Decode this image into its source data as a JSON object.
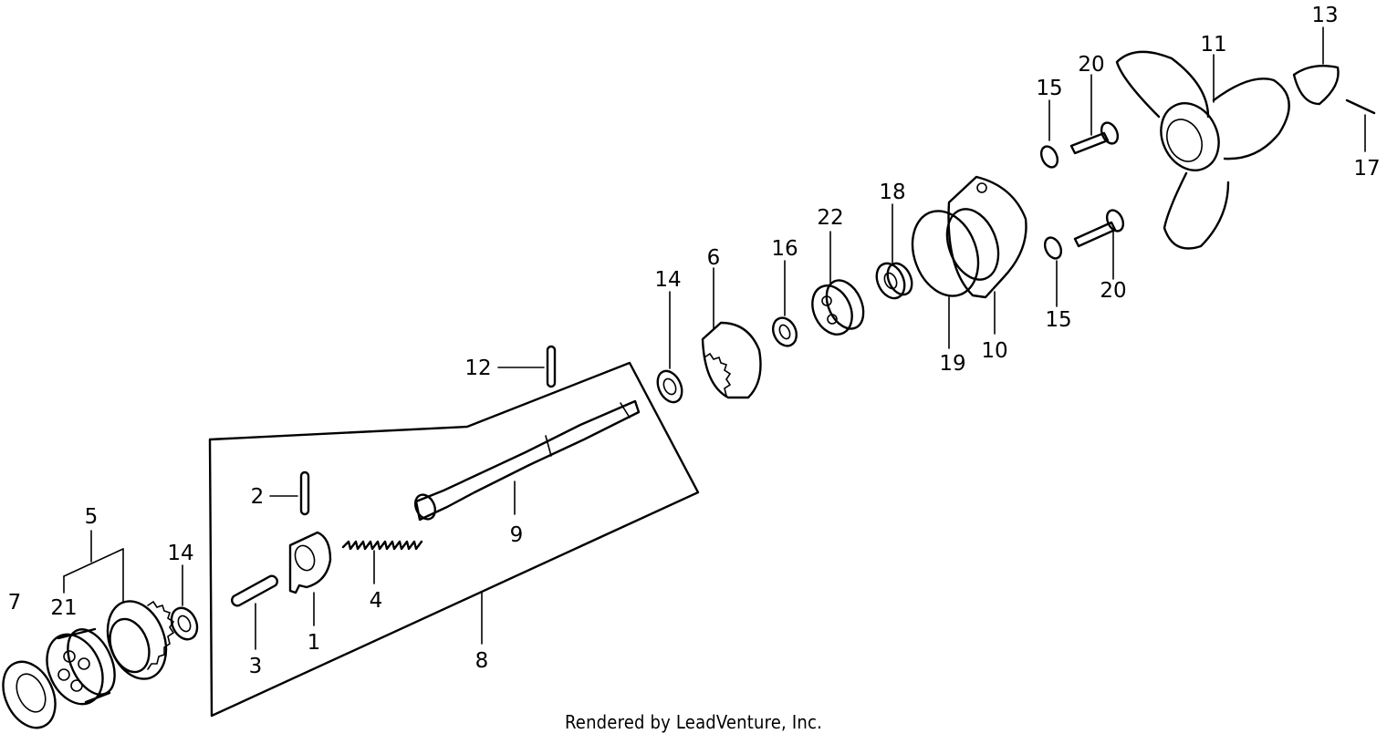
{
  "diagram": {
    "callouts": {
      "p1": "1",
      "p2": "2",
      "p3": "3",
      "p4": "4",
      "p5": "5",
      "p6": "6",
      "p7": "7",
      "p8": "8",
      "p9": "9",
      "p10": "10",
      "p11": "11",
      "p12": "12",
      "p13": "13",
      "p14a": "14",
      "p14b": "14",
      "p15a": "15",
      "p15b": "15",
      "p16": "16",
      "p17": "17",
      "p18": "18",
      "p19": "19",
      "p20a": "20",
      "p20b": "20",
      "p21": "21",
      "p22": "22"
    }
  },
  "footer": {
    "credit": "Rendered by LeadVenture, Inc."
  }
}
